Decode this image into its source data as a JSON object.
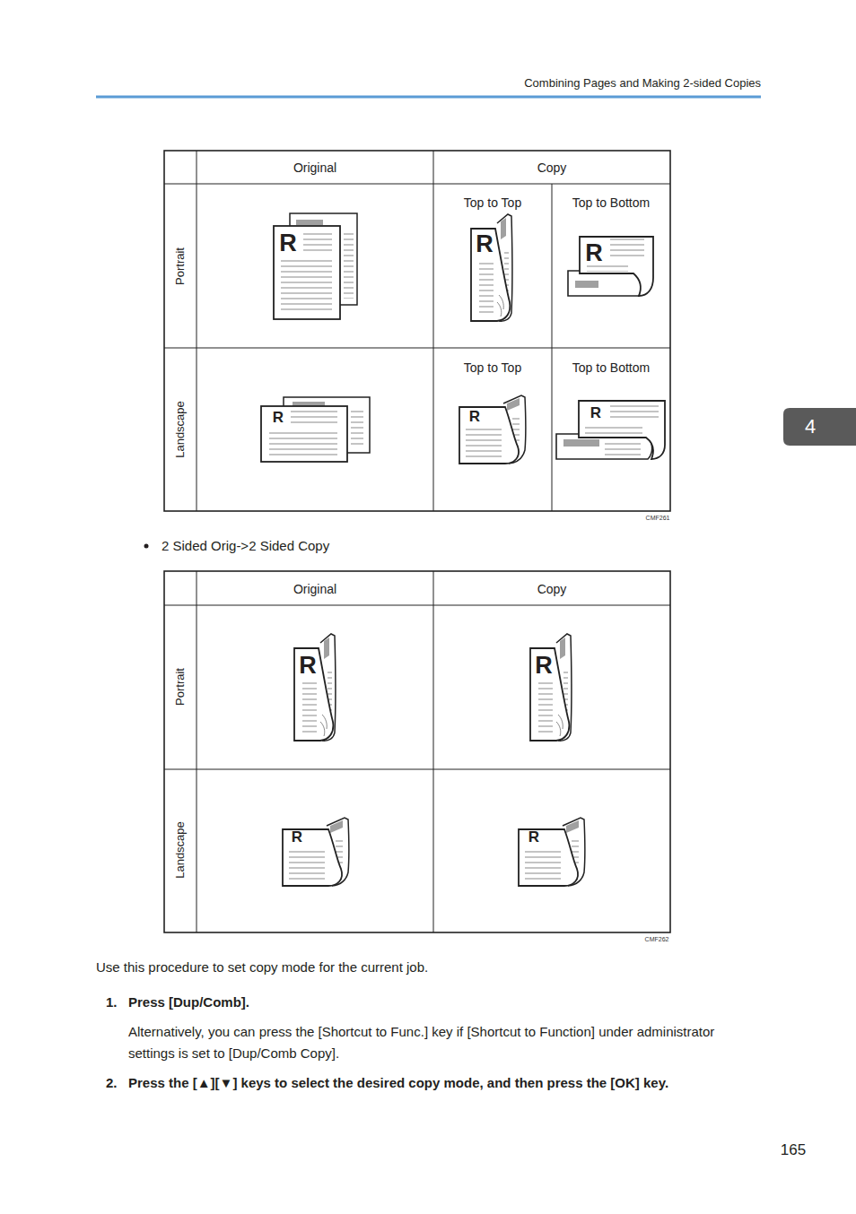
{
  "diagram": {
    "title": "Combining Pages and Making 2-sided Copies",
    "labels": [
      "Original",
      "Copy",
      "Portrait",
      "R",
      "Top to Top",
      "R",
      "Top to Bottom",
      "R",
      "Landscape",
      "R",
      "Top to Top",
      "R",
      "Top to Bottom",
      "R",
      "CMF261",
      "2 Sided Orig->2 Sided Copy",
      "Original",
      "Copy",
      "Portrait",
      "R",
      "R",
      "Landscape",
      "R",
      "R",
      "CMF262",
      "Use this procedure to set copy mode for the current job.",
      "1.",
      "Press [Dup/Comb].",
      "Alternatively, you can press the [Shortcut to Func.] key if [Shortcut to Function] under administrator settings is set to [Dup/Comb Copy].",
      "2.",
      "Press the [▲][▼] keys to select the desired copy mode, and then press the [OK] key.",
      "4",
      "165"
    ]
  }
}
